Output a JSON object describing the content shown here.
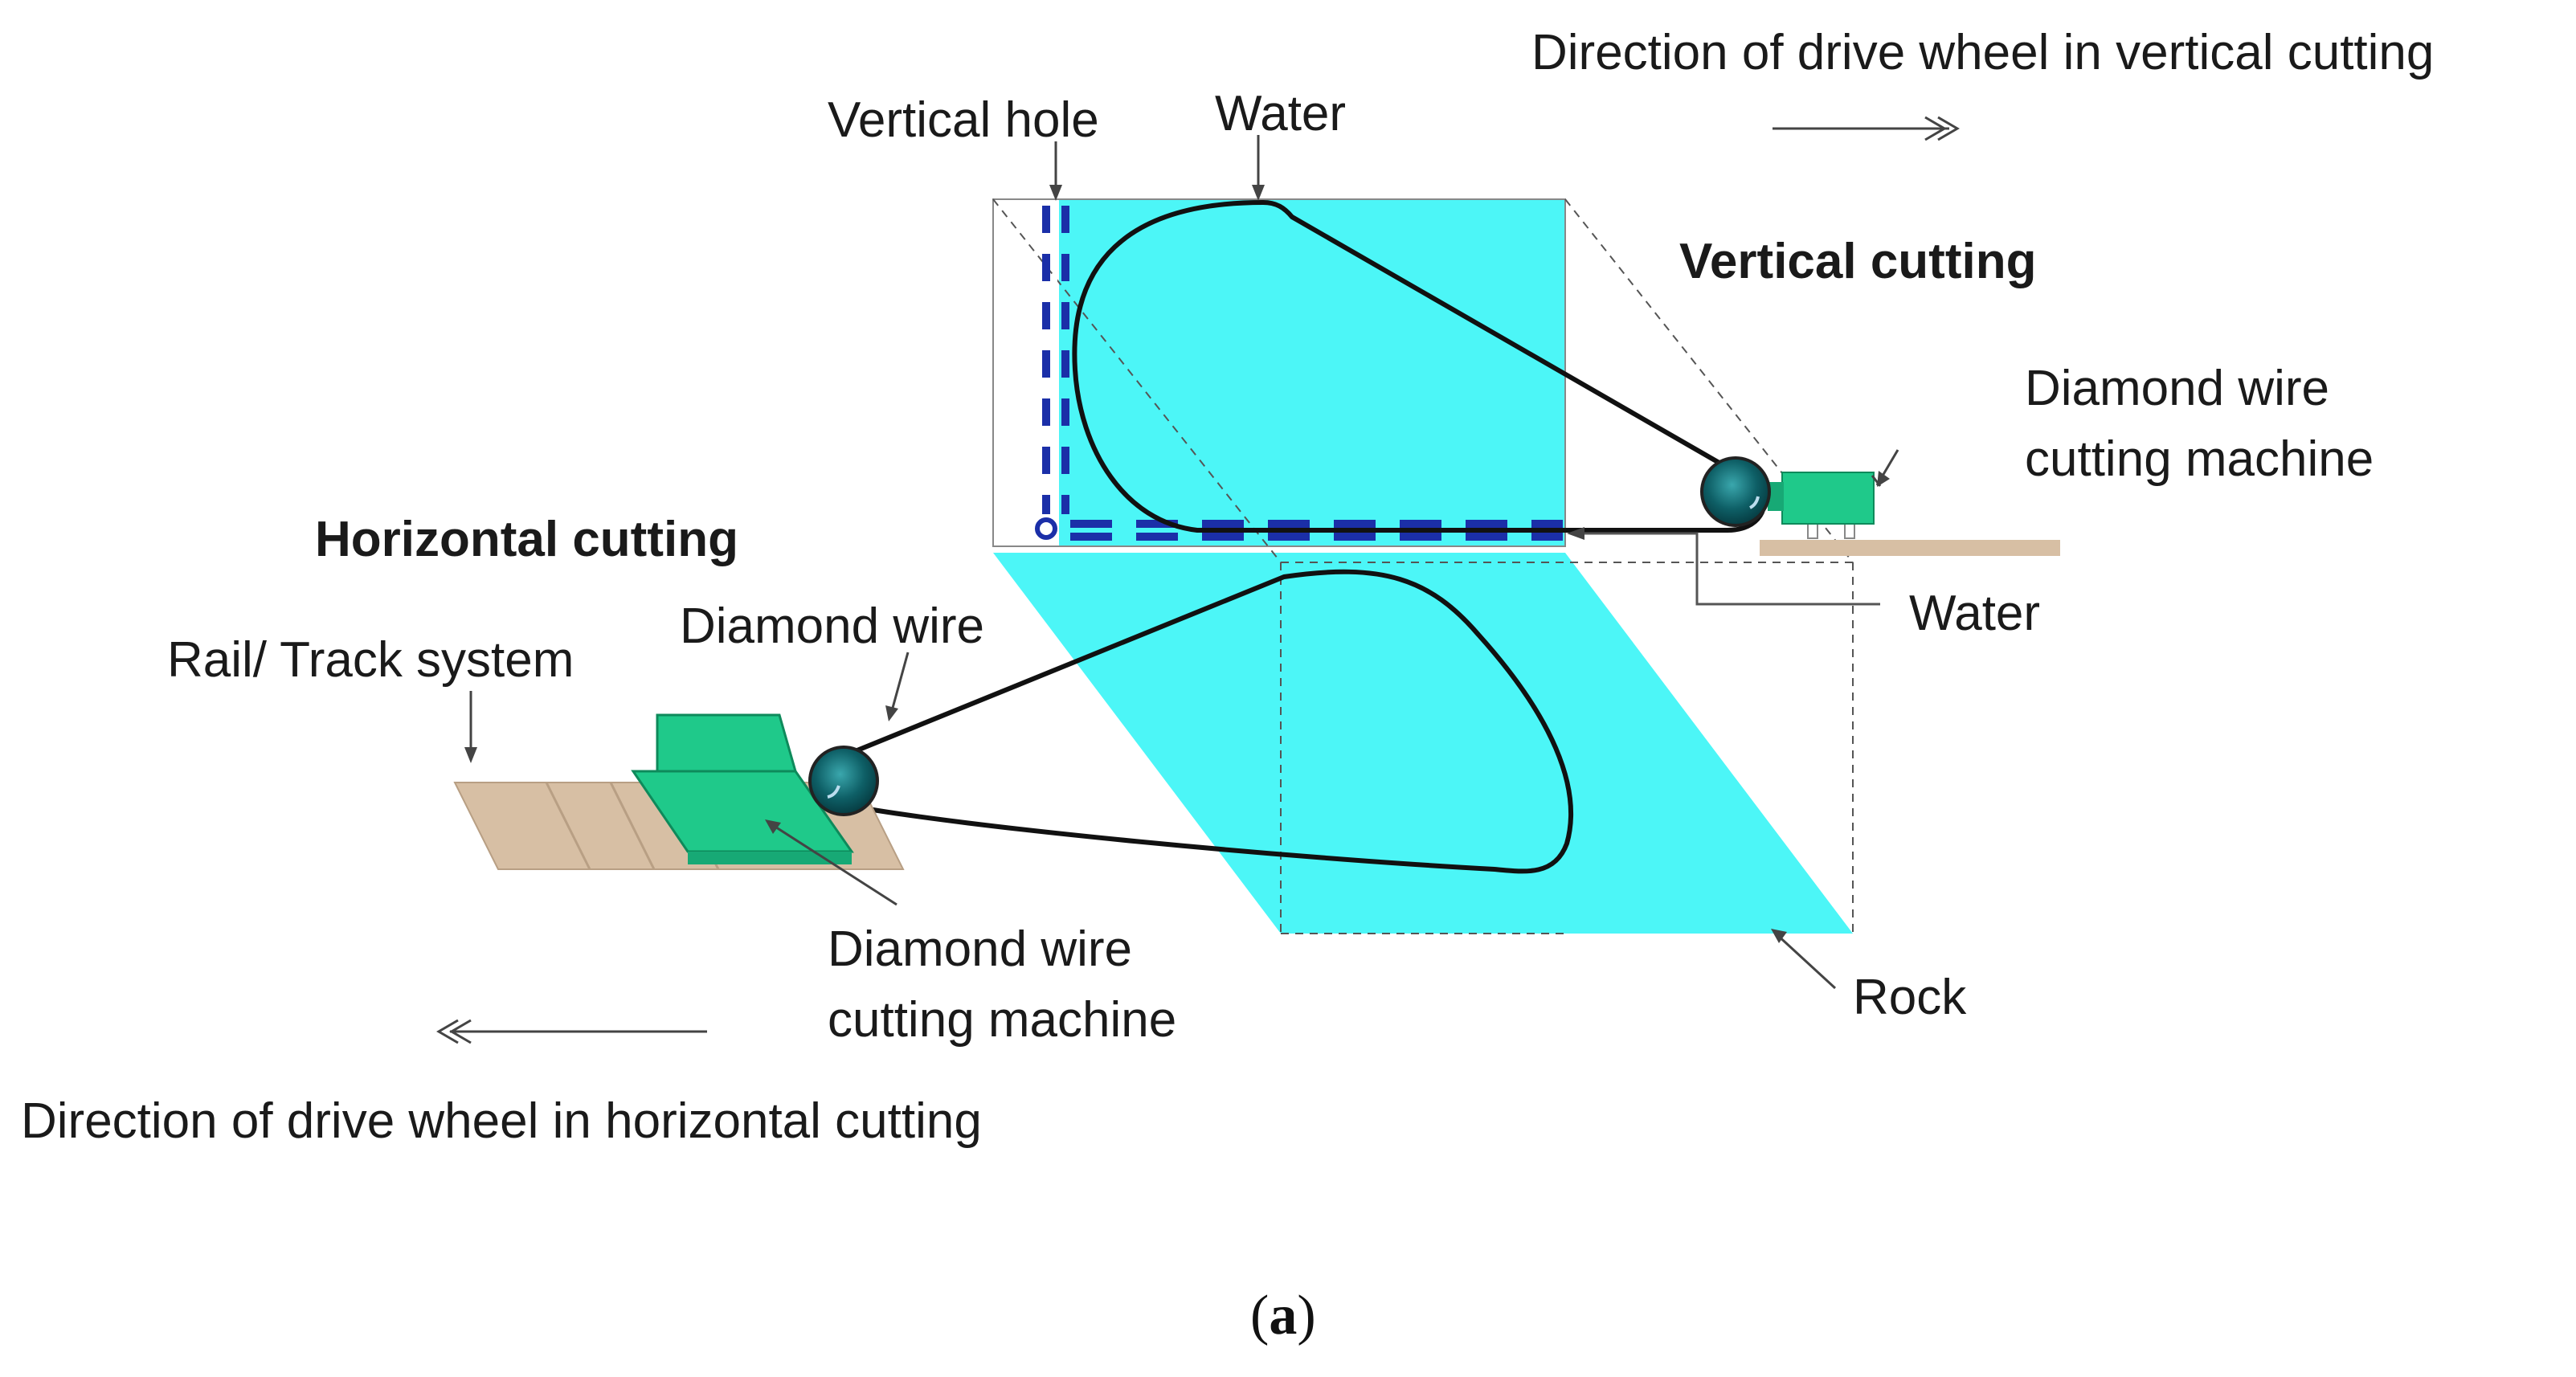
{
  "labels": {
    "dir_vertical": "Direction of drive wheel in vertical cutting",
    "vertical_hole": "Vertical hole",
    "water_top": "Water",
    "vertical_cutting": "Vertical cutting",
    "machine_right_1": "Diamond wire",
    "machine_right_2": "cutting machine",
    "horizontal_cutting": "Horizontal cutting",
    "water_right": "Water",
    "diamond_wire": "Diamond wire",
    "rail_track": "Rail/ Track system",
    "machine_left_1": "Diamond wire",
    "machine_left_2": "cutting machine",
    "rock": "Rock",
    "dir_horizontal": "Direction of drive wheel in horizontal cutting"
  },
  "caption": {
    "open": "(",
    "letter": "a",
    "close": ")"
  },
  "colors": {
    "water_fill": "#4cf6f7",
    "hole_dash": "#1b2fa8",
    "machine_green": "#1fc98a",
    "rail_wood": "#d7bfa4",
    "wheel_teal": "#0e5f66",
    "wire": "#111111"
  },
  "icons": {
    "arrow_right": "double-chevron-arrow-right-icon",
    "arrow_left": "double-chevron-arrow-left-icon"
  }
}
